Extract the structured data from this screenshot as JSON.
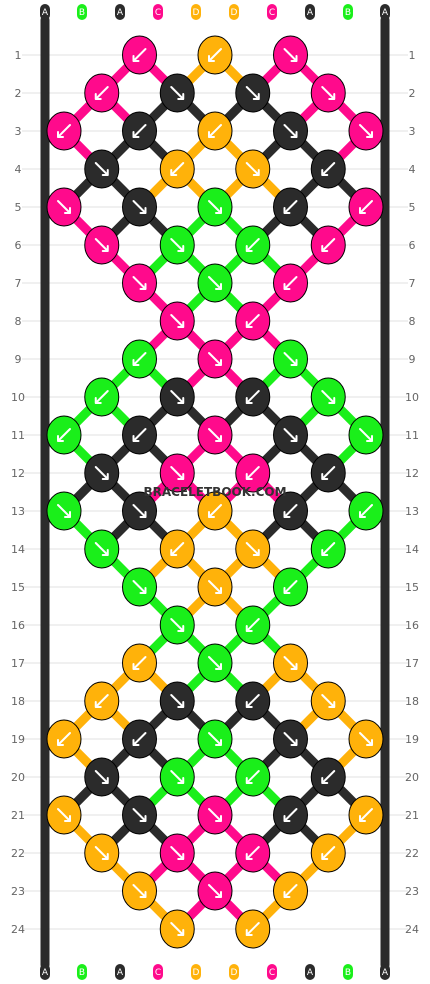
{
  "pattern": {
    "watermark": "BRACELETBOOK.COM",
    "rows": [
      "1",
      "2",
      "3",
      "4",
      "5",
      "6",
      "7",
      "8",
      "9",
      "10",
      "11",
      "12",
      "13",
      "14",
      "15",
      "16",
      "17",
      "18",
      "19",
      "20",
      "21",
      "22",
      "23",
      "24"
    ],
    "strands_top": [
      "A",
      "B",
      "A",
      "C",
      "D",
      "D",
      "C",
      "A",
      "B",
      "A"
    ],
    "strands_bottom": [
      "A",
      "B",
      "A",
      "C",
      "D",
      "D",
      "C",
      "A",
      "B",
      "A"
    ],
    "colors": {
      "A": "#2b2b2b",
      "B": "#1aef1a",
      "C": "#ff0a8c",
      "D": "#ffb20a"
    },
    "knots": [
      [
        "C↙",
        "D↙",
        "C↘"
      ],
      [
        "C↙",
        "A↘",
        "A↘",
        "C↘"
      ],
      [
        "C↙",
        "A↙",
        "D↙",
        "A↘",
        "C↘"
      ],
      [
        "A↘",
        "D↙",
        "D↘",
        "A↙"
      ],
      [
        "C↘",
        "A↘",
        "B↘",
        "A↙",
        "C↙"
      ],
      [
        "C↘",
        "B↘",
        "B↙",
        "C↙"
      ],
      [
        "C↘",
        "B↘",
        "C↙"
      ],
      [
        "C↘",
        "C↙"
      ],
      [
        "B↙",
        "C↘",
        "B↘"
      ],
      [
        "B↙",
        "A↘",
        "A↙",
        "B↘"
      ],
      [
        "B↙",
        "A↙",
        "C↘",
        "A↘",
        "B↘"
      ],
      [
        "A↘",
        "C↘",
        "C↙",
        "A↙"
      ],
      [
        "B↘",
        "A↘",
        "D↙",
        "A↙",
        "B↙"
      ],
      [
        "B↘",
        "D↙",
        "D↘",
        "B↙"
      ],
      [
        "B↘",
        "D↘",
        "B↙"
      ],
      [
        "B↘",
        "B↙"
      ],
      [
        "D↙",
        "B↘",
        "D↘"
      ],
      [
        "D↙",
        "A↘",
        "A↙",
        "D↘"
      ],
      [
        "D↙",
        "A↙",
        "B↘",
        "A↘",
        "D↘"
      ],
      [
        "A↘",
        "B↘",
        "B↙",
        "A↙"
      ],
      [
        "D↘",
        "A↘",
        "C↘",
        "A↙",
        "D↙"
      ],
      [
        "D↘",
        "C↘",
        "C↙",
        "D↙"
      ],
      [
        "D↘",
        "C↘",
        "D↙"
      ],
      [
        "D↘",
        "D↙"
      ]
    ]
  }
}
